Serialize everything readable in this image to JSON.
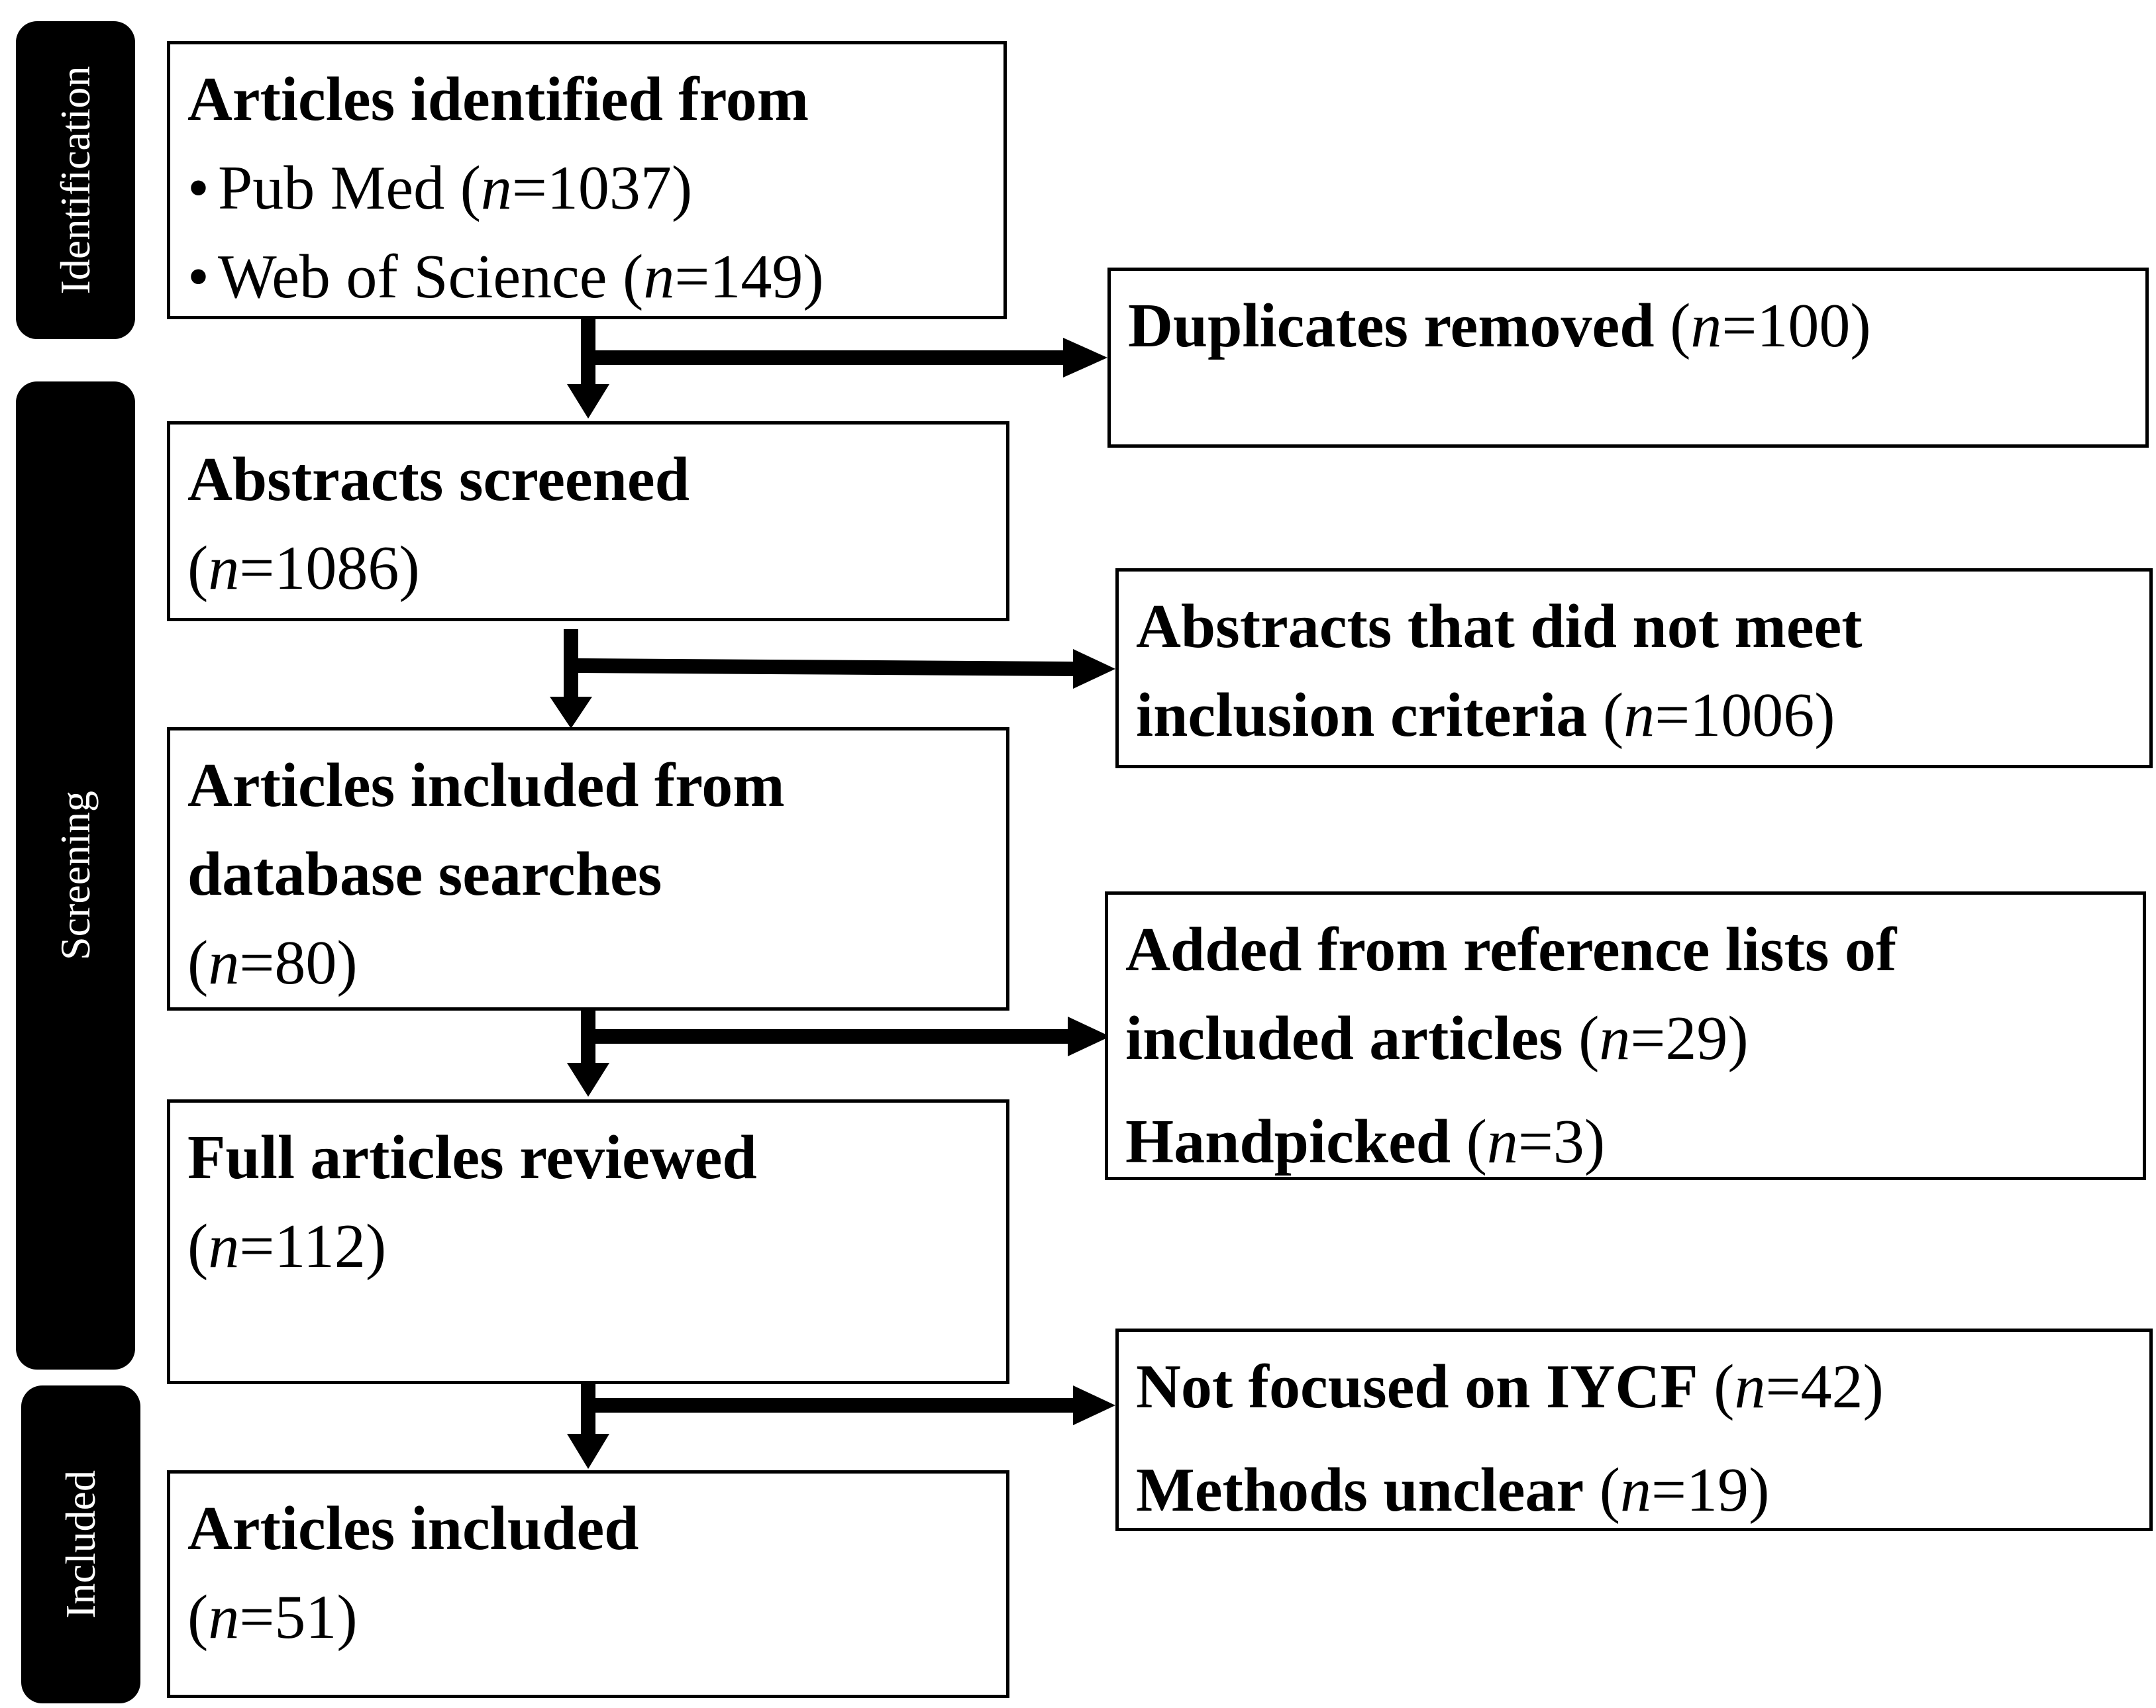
{
  "phases": {
    "identification": "Identification",
    "screening": "Screening",
    "included": "Included"
  },
  "n_symbol": "n",
  "boxes": {
    "identified": {
      "title": "Articles identified from",
      "pubmed_label": "Pub Med",
      "pubmed_n": "=1037",
      "wos_label": "Web of Science",
      "wos_n": "=149"
    },
    "duplicates": {
      "label": "Duplicates removed",
      "n": "=100"
    },
    "screened": {
      "label": "Abstracts screened",
      "n": "=1086"
    },
    "not_meet": {
      "label_line1": "Abstracts that did not meet",
      "label_line2": "inclusion criteria",
      "n": "=1006"
    },
    "from_db": {
      "label_line1": "Articles included from",
      "label_line2": "database searches",
      "n": "=80"
    },
    "added": {
      "label_line1": "Added from reference lists of",
      "label_line2": "included articles",
      "n": "=29",
      "handpicked_label": "Handpicked",
      "handpicked_n": "=3"
    },
    "full": {
      "label": "Full articles reviewed",
      "n": "=112"
    },
    "excluded": {
      "reason1": "Not focused on IYCF",
      "reason1_n": "=42",
      "reason2": "Methods unclear",
      "reason2_n": "=19"
    },
    "included": {
      "label": "Articles included",
      "n": "=51"
    }
  }
}
